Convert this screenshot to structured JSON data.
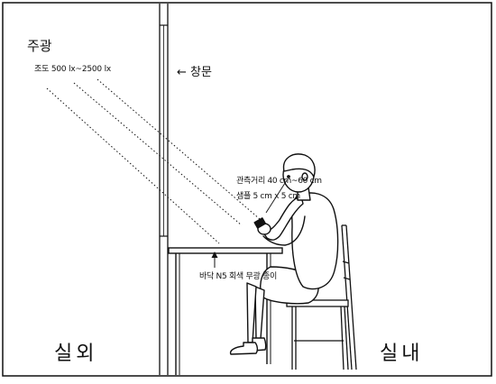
{
  "labels": {
    "main_light": "주광",
    "illuminance": "조도 500 lx~2500 lx",
    "window": "← 창문",
    "viewing_distance": "관측거리 40 cm~60 cm",
    "sample_size": "샘플 5 cm x 5 cm",
    "floor_note": "바닥 N5 회색 무광 종이",
    "outdoor": "실외",
    "indoor": "실내"
  },
  "colors": {
    "line": "#111111",
    "background": "#ffffff",
    "figure_fill": "#ffffff"
  }
}
